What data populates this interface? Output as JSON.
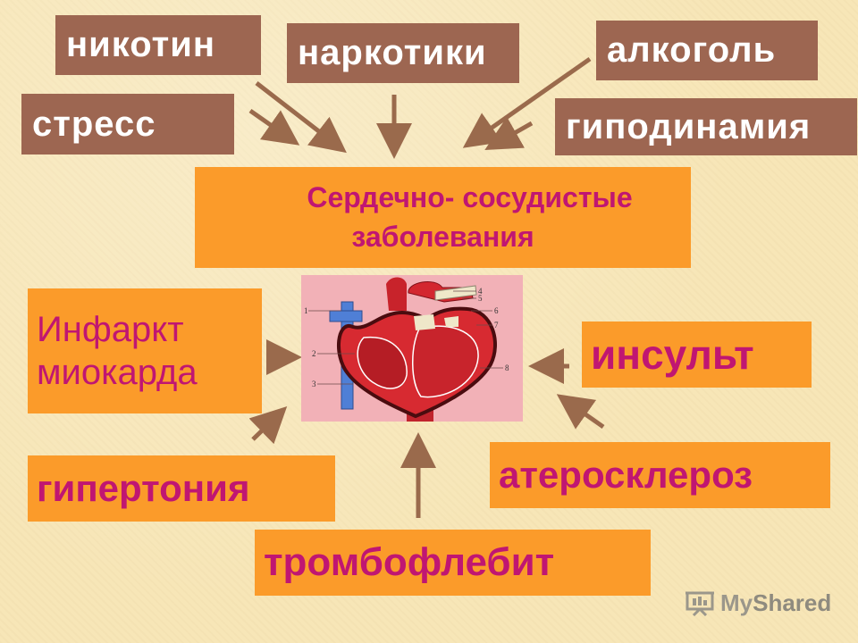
{
  "factors": {
    "nikotin": "никотин",
    "narkotiki": "наркотики",
    "alkogol": "алкоголь",
    "stress": "стресс",
    "gipodinamiya": "гиподинамия"
  },
  "center": {
    "line1": "Сердечно- сосудистые",
    "line2": "заболевания"
  },
  "diseases": {
    "infarkt_line1": "Инфаркт",
    "infarkt_line2": "миокарда",
    "insult": "инсульт",
    "ateroskleroz": "атеросклероз",
    "gipertoniya": "гипертония",
    "tromboflebit": "тромбофлебит"
  },
  "heart_labels": [
    "1",
    "2",
    "3",
    "4",
    "5",
    "6",
    "7",
    "8"
  ],
  "watermark": {
    "my": "My",
    "shared": "Shared"
  },
  "colors": {
    "background": "#f7e6b7",
    "factor_box": "#9d6651",
    "disease_box": "#fb9b2a",
    "disease_text": "#c01672",
    "arrow": "#9a6a4c"
  }
}
